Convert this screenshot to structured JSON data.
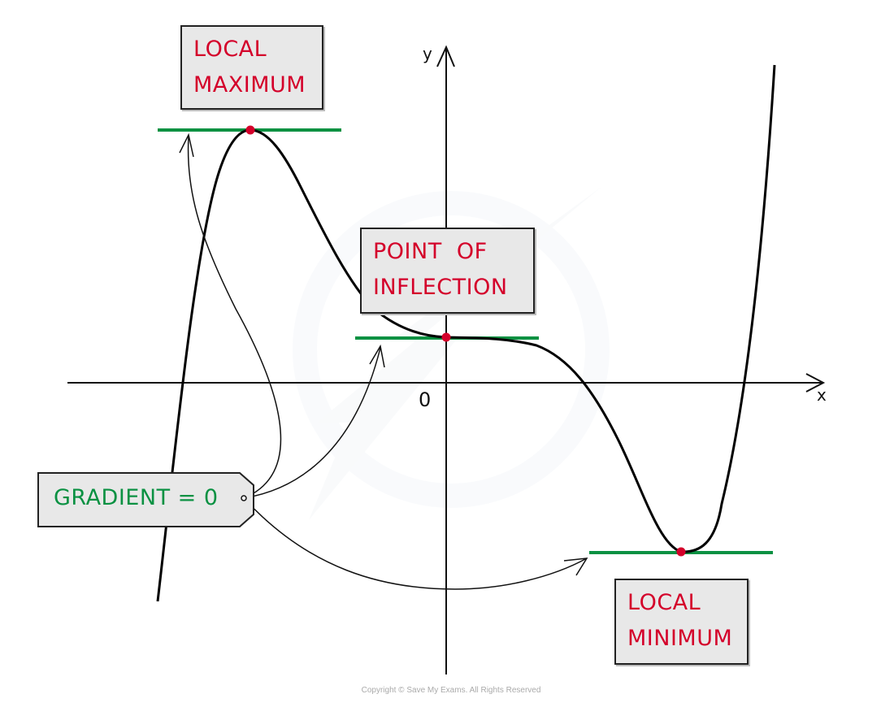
{
  "diagram": {
    "title": "Stationary points of a curve",
    "axes": {
      "x_label": "x",
      "y_label": "y",
      "origin_label": "0"
    },
    "labels": {
      "local_maximum": [
        "LOCAL",
        "MAXIMUM"
      ],
      "point_of_inflection": [
        "POINT  OF",
        "INFLECTION"
      ],
      "local_minimum": [
        "LOCAL",
        "MINIMUM"
      ],
      "gradient_tag": "GRADIENT = 0"
    },
    "stationary_points": [
      {
        "name": "local maximum",
        "gradient": 0
      },
      {
        "name": "point of inflection",
        "gradient": 0
      },
      {
        "name": "local minimum",
        "gradient": 0
      }
    ],
    "colors": {
      "label_text": "#d4002a",
      "point": "#d4002a",
      "tangent": "#0a9142",
      "gradient_text": "#0a9142",
      "box_fill": "#e8e8e8",
      "curve": "#000000"
    },
    "copyright": "Copyright © Save My Exams. All Rights Reserved"
  }
}
